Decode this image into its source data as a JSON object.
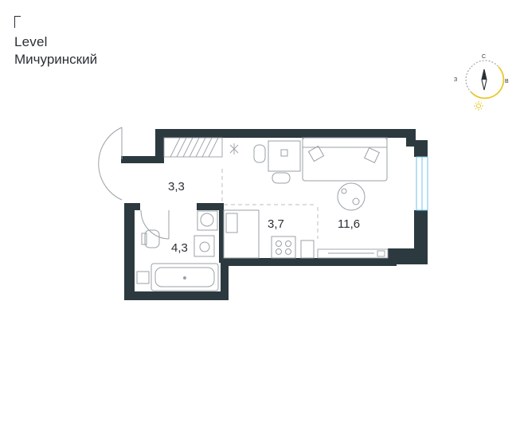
{
  "brand": {
    "name": "Level",
    "subtitle": "Мичуринский"
  },
  "compass": {
    "north": "С",
    "west": "З",
    "east": "В"
  },
  "rooms": [
    {
      "id": "hall",
      "area": "3,3"
    },
    {
      "id": "bathroom",
      "area": "4,3"
    },
    {
      "id": "kitchen",
      "area": "3,7"
    },
    {
      "id": "living",
      "area": "11,6"
    }
  ],
  "colors": {
    "wall": "#2c3a40",
    "line": "#9aa1a6",
    "furniture": "#c9cdd0",
    "accent": "#e8c92a",
    "window": "#6fc3e6"
  }
}
